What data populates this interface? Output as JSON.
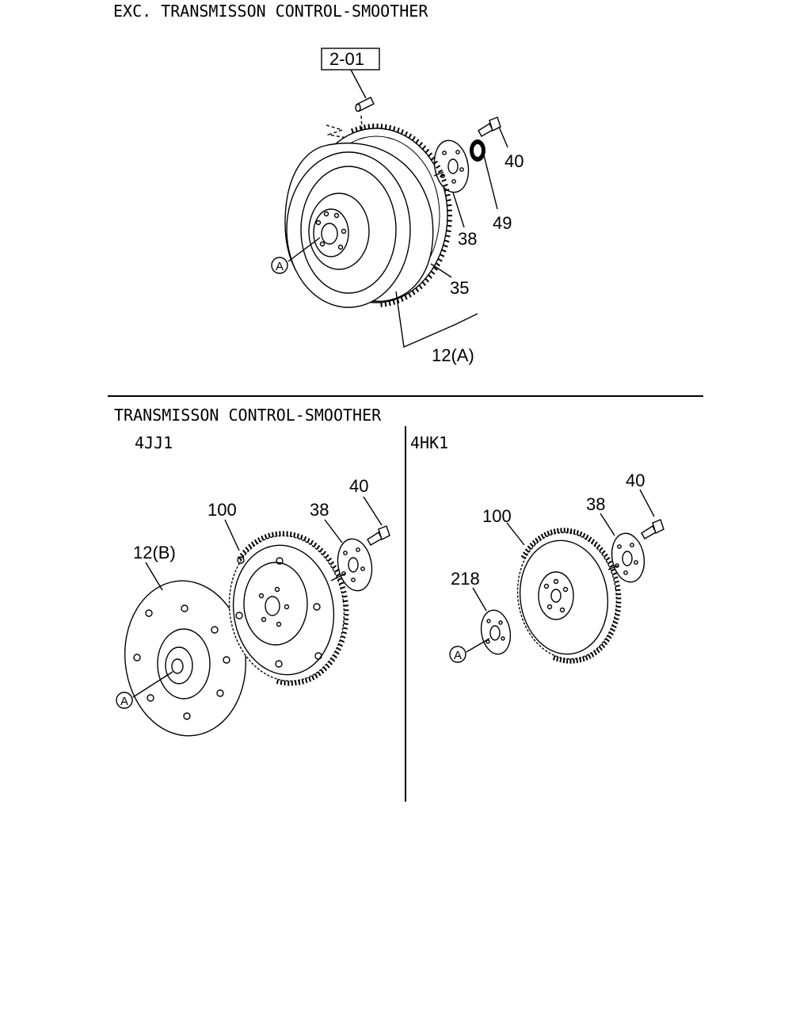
{
  "sections": {
    "top_title": "EXC. TRANSMISSON CONTROL-SMOOTHER",
    "bottom_title": "TRANSMISSON CONTROL-SMOOTHER",
    "left_variant": "4JJ1",
    "right_variant": "4HK1"
  },
  "top_callouts": {
    "ref_box": "2-01",
    "bolt": "40",
    "bearing": "49",
    "washer": "38",
    "ring_gear": "35",
    "assembly": "12(A)",
    "marker": "A"
  },
  "left_callouts": {
    "bolt": "40",
    "washer": "38",
    "flywheel": "100",
    "plate": "12(B)",
    "marker": "A"
  },
  "right_callouts": {
    "bolt": "40",
    "washer": "38",
    "flywheel": "100",
    "spacer": "218",
    "marker": "A"
  }
}
